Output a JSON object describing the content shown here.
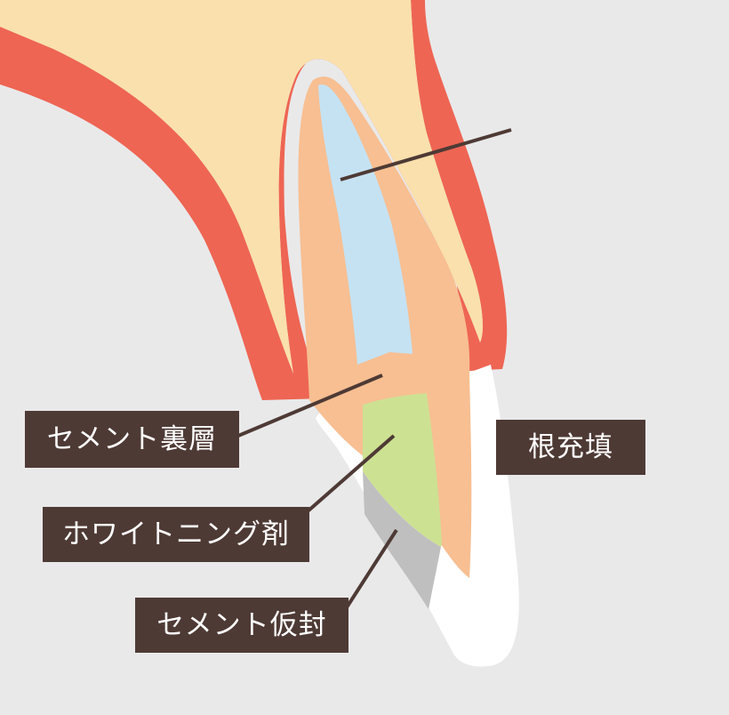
{
  "labels": {
    "cement_liner": "セメント裏層",
    "whitening_agent": "ホワイトニング剤",
    "cement_temporary_seal": "セメント仮封",
    "root_filling": "根充填"
  },
  "colors": {
    "background": "#e9e9ea",
    "gum": "#ee6553",
    "bone": "#fae0ad",
    "dentin": "#f7bf92",
    "root_filling": "#c5e2f3",
    "whitening_agent": "#cde192",
    "temporary_seal": "#bfbfbf",
    "crown": "#ffffff",
    "label_box": "#4e3a35",
    "leader_line": "#4e3a35"
  }
}
